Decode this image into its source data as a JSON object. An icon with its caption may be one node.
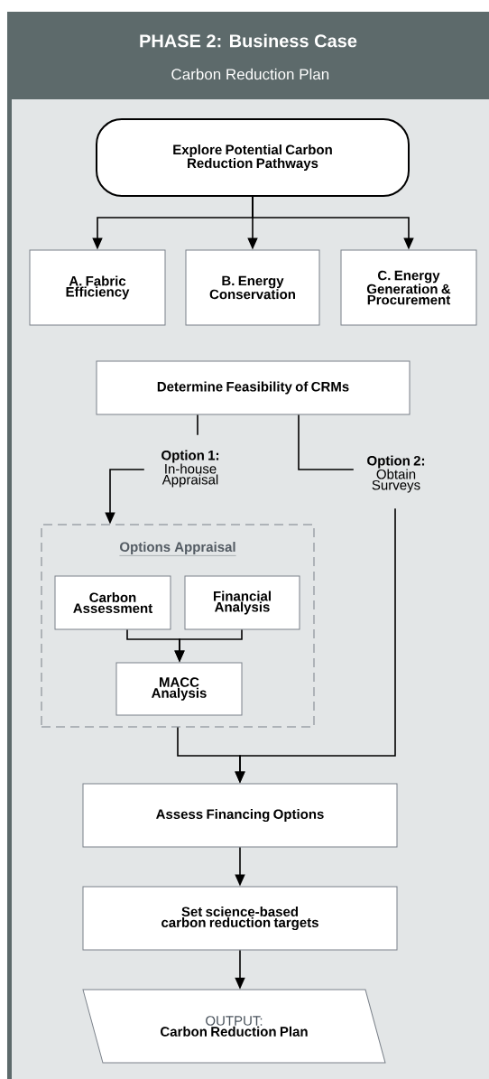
{
  "diagram": {
    "nodes": [
      {
        "text": [
          "PHASE 2: Business Case",
          "Carbon Reduction Plan"
        ]
      },
      {
        "text": [
          "Explore Potential Carbon Reduction Pathways"
        ],
        "in": 0
      },
      {
        "text": [
          "A. Fabric Efficiency"
        ],
        "in": 0
      },
      {
        "text": [
          "B. Energy Conservation"
        ],
        "in": 0
      },
      {
        "text": [
          "C. Energy Generation & Procurement"
        ],
        "in": 0
      },
      {
        "text": [
          "Determine Feasibility of CRMs"
        ],
        "in": 0
      },
      {
        "text": [
          "Option 1:",
          "In-house Appraisal"
        ],
        "in": 0
      },
      {
        "text": [
          "Option 2:",
          "Obtain Surveys"
        ],
        "in": 0
      },
      {
        "text": [
          "Options Appraisal"
        ],
        "in": 0
      },
      {
        "text": [
          "Carbon Assessment"
        ],
        "in": 8
      },
      {
        "text": [
          "Financial Analysis"
        ],
        "in": 8
      },
      {
        "text": [
          "MACC Analysis"
        ],
        "in": 8
      },
      {
        "text": [
          "Assess Financing Options"
        ],
        "in": 0
      },
      {
        "text": [
          "Set science-based carbon reduction targets"
        ],
        "in": 0
      },
      {
        "text": [
          "OUTPUT:",
          "Carbon Reduction Plan"
        ],
        "in": 0
      }
    ],
    "edges": [
      {
        "from": 1,
        "to": 2,
        "arrow": "to"
      },
      {
        "from": 1,
        "to": 3,
        "arrow": "to"
      },
      {
        "from": 1,
        "to": 4,
        "arrow": "to"
      },
      {
        "from": 5,
        "to": 6,
        "arrow": "none"
      },
      {
        "from": 6,
        "to": 8,
        "arrow": "to"
      },
      {
        "from": 5,
        "to": 7,
        "arrow": "none"
      },
      {
        "from": 7,
        "to": 12,
        "arrow": "to"
      },
      {
        "from": 9,
        "to": 11,
        "arrow": "to"
      },
      {
        "from": 10,
        "to": 11,
        "arrow": "to"
      },
      {
        "from": 8,
        "to": 12,
        "arrow": "to"
      },
      {
        "from": 12,
        "to": 13,
        "arrow": "to"
      },
      {
        "from": 13,
        "to": 14,
        "arrow": "to"
      }
    ]
  }
}
